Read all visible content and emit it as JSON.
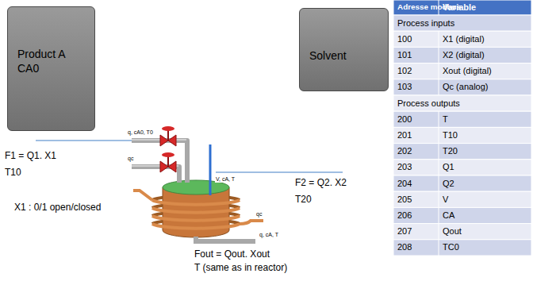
{
  "diagram": {
    "nodes": [
      {
        "text": [
          "Product A CA0"
        ]
      },
      {
        "text": [
          "Solvent"
        ]
      }
    ],
    "labels": [
      "F1 = Q1. X1",
      "T10",
      "X1 : 0/1 open/closed",
      "F2 = Q2. X2",
      "T20",
      "Fout = Qout. Xout",
      "T (same as in reactor)",
      "q, cA0, T0",
      "qc",
      "V, cA, T",
      "qc",
      "q, cA, T",
      "Adresse modbus",
      "Variable",
      "Process inputs",
      "100",
      "X1 (digital)",
      "101",
      "X2 (digital)",
      "102",
      "Xout (digital)",
      "103",
      "Qc (analog)",
      "Process outputs",
      "200",
      "T",
      "201",
      "T10",
      "202",
      "T20",
      "203",
      "Q1",
      "204",
      "Q2",
      "205",
      "V",
      "206",
      "CA",
      "207",
      "Qout",
      "208",
      "TC0"
    ]
  }
}
